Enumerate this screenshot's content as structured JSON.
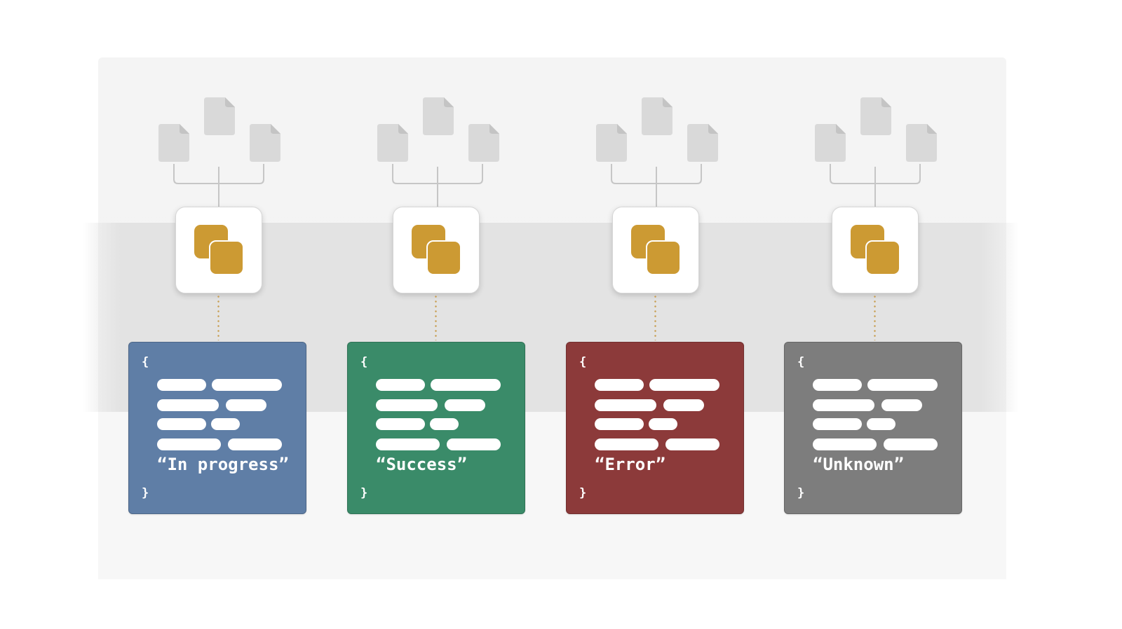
{
  "colors": {
    "file": "#d9d9d9",
    "file_fold": "#c4c4c4",
    "connector": "#c6c6c6",
    "node_icon": "#cc9a33",
    "dots": "#c9a157"
  },
  "icons": {
    "file": "file-icon",
    "node": "overlapping-squares-icon"
  },
  "columns": [
    {
      "status": "“In progress”",
      "card_color": "#5f7ea6"
    },
    {
      "status": "“Success”",
      "card_color": "#3a8b69"
    },
    {
      "status": "“Error”",
      "card_color": "#8c3a3a"
    },
    {
      "status": "“Unknown”",
      "card_color": "#7d7d7d"
    }
  ],
  "braces": {
    "open": "{",
    "close": "}"
  }
}
